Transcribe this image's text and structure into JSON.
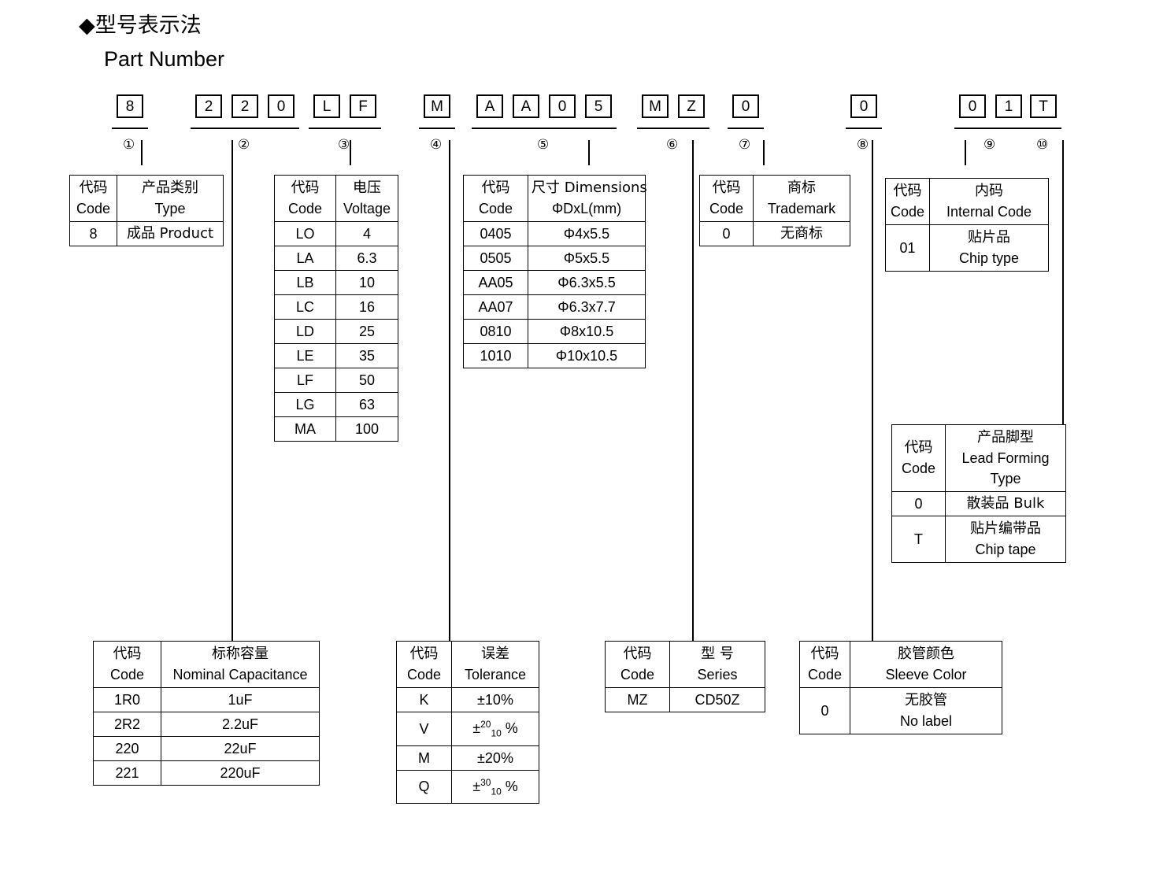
{
  "heading": {
    "diamond": "◆",
    "title_cn": "型号表示法",
    "title_en": "Part Number"
  },
  "part_number": {
    "groups": [
      {
        "index": "①",
        "chars": [
          "8"
        ]
      },
      {
        "index": "②",
        "chars": [
          "2",
          "2",
          "0"
        ]
      },
      {
        "index": "③",
        "chars": [
          "L",
          "F"
        ]
      },
      {
        "index": "④",
        "chars": [
          "M"
        ]
      },
      {
        "index": "⑤",
        "chars": [
          "A",
          "A",
          "0",
          "5"
        ]
      },
      {
        "index": "⑥",
        "chars": [
          "M",
          "Z"
        ]
      },
      {
        "index": "⑦",
        "chars": [
          "0"
        ]
      },
      {
        "index": "⑧",
        "chars": [
          "0"
        ]
      },
      {
        "index": "⑨",
        "chars": [
          "0",
          "1"
        ]
      },
      {
        "index": "⑩",
        "chars": [
          "T"
        ]
      }
    ]
  },
  "tables": {
    "type": {
      "header_code_cn": "代码",
      "header_code_en": "Code",
      "header_val_cn": "产品类别",
      "header_val_en": "Type",
      "rows": [
        {
          "code": "8",
          "value": "成品 Product"
        }
      ]
    },
    "voltage": {
      "header_code_cn": "代码",
      "header_code_en": "Code",
      "header_val_cn": "电压",
      "header_val_en": "Voltage",
      "rows": [
        {
          "code": "LO",
          "value": "4"
        },
        {
          "code": "LA",
          "value": "6.3"
        },
        {
          "code": "LB",
          "value": "10"
        },
        {
          "code": "LC",
          "value": "16"
        },
        {
          "code": "LD",
          "value": "25"
        },
        {
          "code": "LE",
          "value": "35"
        },
        {
          "code": "LF",
          "value": "50"
        },
        {
          "code": "LG",
          "value": "63"
        },
        {
          "code": "MA",
          "value": "100"
        }
      ]
    },
    "dimensions": {
      "header_code_cn": "代码",
      "header_code_en": "Code",
      "header_val_cn": "尺寸 Dimensions",
      "header_val_en": "ΦDxL(mm)",
      "rows": [
        {
          "code": "0405",
          "value": "Φ4x5.5"
        },
        {
          "code": "0505",
          "value": "Φ5x5.5"
        },
        {
          "code": "AA05",
          "value": "Φ6.3x5.5"
        },
        {
          "code": "AA07",
          "value": "Φ6.3x7.7"
        },
        {
          "code": "0810",
          "value": "Φ8x10.5"
        },
        {
          "code": "1010",
          "value": "Φ10x10.5"
        }
      ]
    },
    "trademark": {
      "header_code_cn": "代码",
      "header_code_en": "Code",
      "header_val_cn": "商标",
      "header_val_en": "Trademark",
      "rows": [
        {
          "code": "0",
          "value": "无商标"
        }
      ]
    },
    "internal_code": {
      "header_code_cn": "代码",
      "header_code_en": "Code",
      "header_val_cn": "内码",
      "header_val_en": "Internal Code",
      "rows": [
        {
          "code": "01",
          "value_cn": "贴片品",
          "value_en": "Chip type"
        }
      ]
    },
    "lead_forming": {
      "header_code_cn": "代码",
      "header_code_en": "Code",
      "header_val_cn": "产品脚型",
      "header_val_en": "Lead Forming",
      "header_val_en2": "Type",
      "rows": [
        {
          "code": "0",
          "value_cn": "散装品 Bulk",
          "value_en": ""
        },
        {
          "code": "T",
          "value_cn": "贴片编带品",
          "value_en": "Chip tape"
        }
      ]
    },
    "capacitance": {
      "header_code_cn": "代码",
      "header_code_en": "Code",
      "header_val_cn": "标称容量",
      "header_val_en": "Nominal Capacitance",
      "rows": [
        {
          "code": "1R0",
          "value": "1uF"
        },
        {
          "code": "2R2",
          "value": "2.2uF"
        },
        {
          "code": "220",
          "value": "22uF"
        },
        {
          "code": "221",
          "value": "220uF"
        }
      ]
    },
    "tolerance": {
      "header_code_cn": "代码",
      "header_code_en": "Code",
      "header_val_cn": "误差",
      "header_val_en": "Tolerance",
      "rows": [
        {
          "code": "K",
          "value": "±10%",
          "sup": "",
          "sub": ""
        },
        {
          "code": "V",
          "value": "",
          "sup": "20",
          "sub": "10"
        },
        {
          "code": "M",
          "value": "±20%",
          "sup": "",
          "sub": ""
        },
        {
          "code": "Q",
          "value": "",
          "sup": "30",
          "sub": "10"
        }
      ]
    },
    "series": {
      "header_code_cn": "代码",
      "header_code_en": "Code",
      "header_val_cn": "型 号",
      "header_val_en": "Series",
      "rows": [
        {
          "code": "MZ",
          "value": "CD50Z"
        }
      ]
    },
    "sleeve_color": {
      "header_code_cn": "代码",
      "header_code_en": "Code",
      "header_val_cn": "胶管颜色",
      "header_val_en": "Sleeve Color",
      "rows": [
        {
          "code": "0",
          "value_cn": "无胶管",
          "value_en": "No label"
        }
      ]
    }
  }
}
